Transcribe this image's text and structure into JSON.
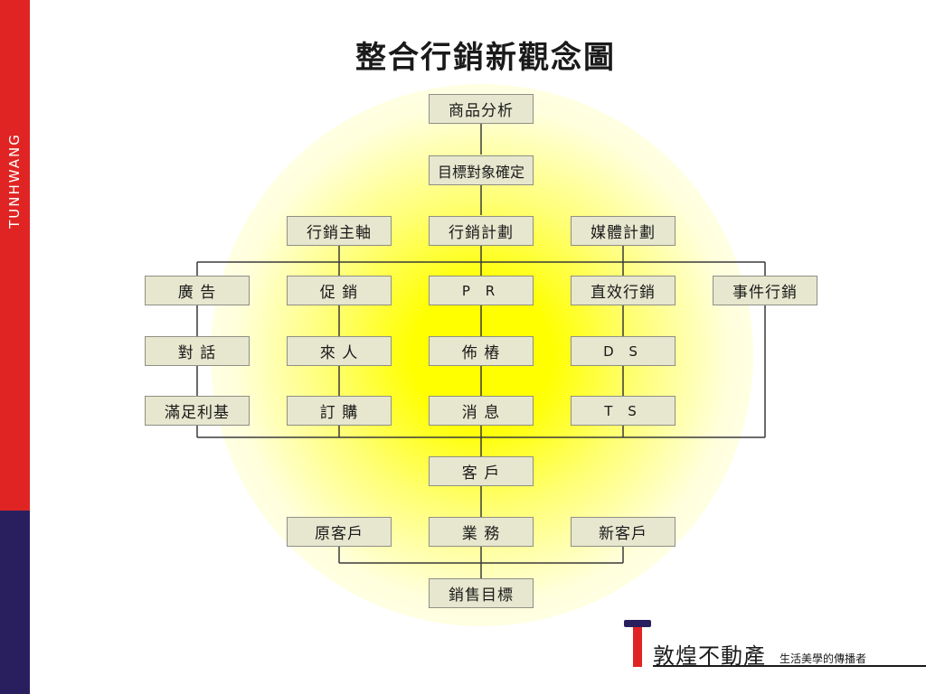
{
  "colors": {
    "sidebar_red": "#e02424",
    "sidebar_navy": "#2a1f5e",
    "glow_center": "#ffff00",
    "node_fill": "#e7e7cf",
    "node_border": "#8f8f86",
    "line": "#3a3a3a",
    "logo_red": "#e02424",
    "logo_navy": "#2a1f5e"
  },
  "brand_vertical": "TUNHWANG",
  "title": "整合行銷新觀念圖",
  "nodes": {
    "product_analysis": "商品分析",
    "target_confirm": "目標對象確定",
    "marketing_axis": "行銷主軸",
    "marketing_plan": "行銷計劃",
    "media_plan": "媒體計劃",
    "advertising": "廣 告",
    "promotion": "促 銷",
    "pr": "P R",
    "direct_marketing": "直效行銷",
    "event_marketing": "事件行銷",
    "dialogue": "對 話",
    "visitors": "來 人",
    "staging": "佈 樁",
    "ds": "D S",
    "satisfaction": "滿足利基",
    "ordering": "訂 購",
    "news": "消 息",
    "ts": "T S",
    "customer": "客 戶",
    "existing_customer": "原客戶",
    "business": "業 務",
    "new_customer": "新客戶",
    "sales_target": "銷售目標"
  },
  "logo": {
    "name": "敦煌不動產",
    "slogan": "生活美學的傳播者"
  }
}
